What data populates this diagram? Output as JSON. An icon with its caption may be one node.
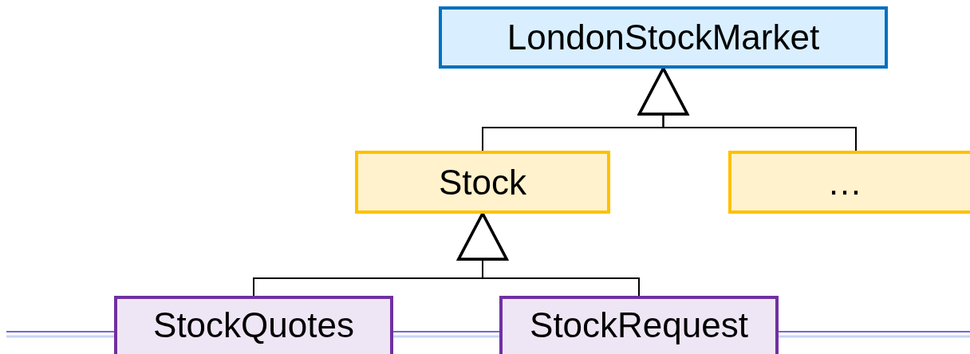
{
  "diagram": {
    "nodes": [
      {
        "text": [
          "LondonStockMarket"
        ]
      },
      {
        "text": [
          "Stock"
        ]
      },
      {
        "text": [
          "…"
        ]
      },
      {
        "text": [
          "StockQuotes"
        ]
      },
      {
        "text": [
          "StockRequest"
        ]
      }
    ],
    "edges": [
      {
        "from": 1,
        "to": 0,
        "arrow": "to"
      },
      {
        "from": 2,
        "to": 0,
        "arrow": "to"
      },
      {
        "from": 3,
        "to": 1,
        "arrow": "to"
      },
      {
        "from": 4,
        "to": 1,
        "arrow": "to"
      }
    ]
  }
}
